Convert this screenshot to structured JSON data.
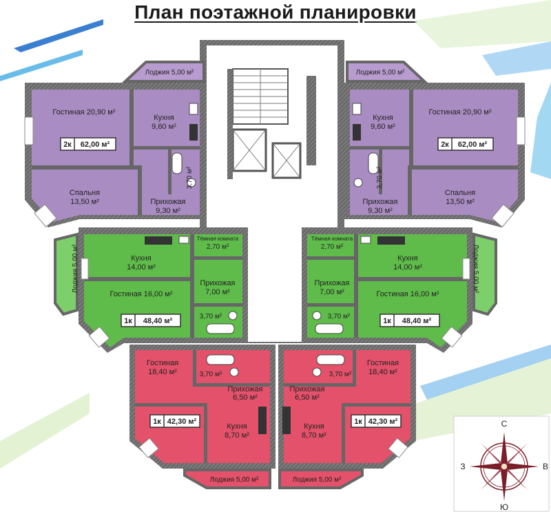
{
  "title": "План поэтажной планировки",
  "colors": {
    "purple": "#a98cc2",
    "green": "#5fbc4b",
    "red": "#e3516a",
    "wall": "#5a5a5a",
    "common": "#ffffff"
  },
  "apartments": [
    {
      "id": "purple-left",
      "badge_type": "2к",
      "badge_area": "62,00 м²",
      "rooms": [
        {
          "name": "Лоджия 5,00 м²"
        },
        {
          "name": "Гостиная 20,90 м²"
        },
        {
          "name": "Кухня",
          "area": "9,60 м²"
        },
        {
          "name": "Спальня",
          "area": "13,50 м²"
        },
        {
          "name": "Прихожая",
          "area": "9,30 м²"
        },
        {
          "name": "3,70 м²"
        }
      ]
    },
    {
      "id": "purple-right",
      "badge_type": "2к",
      "badge_area": "62,00 м²",
      "rooms": [
        {
          "name": "Лоджия 5,00 м²"
        },
        {
          "name": "Гостиная 20,90 м²"
        },
        {
          "name": "Кухня",
          "area": "9,60 м²"
        },
        {
          "name": "Спальня",
          "area": "13,50 м²"
        },
        {
          "name": "Прихожая",
          "area": "9,30 м²"
        },
        {
          "name": "3,70 м²"
        }
      ]
    },
    {
      "id": "green-left",
      "badge_type": "1к",
      "badge_area": "48,40 м²",
      "rooms": [
        {
          "name": "Лоджия 5,00 м²"
        },
        {
          "name": "Кухня",
          "area": "14,00 м²"
        },
        {
          "name": "Тёмная комната",
          "area": "2,70 м²"
        },
        {
          "name": "Прихожая",
          "area": "7,00 м²"
        },
        {
          "name": "Гостиная 16,00 м²"
        },
        {
          "name": "3,70 м²"
        }
      ]
    },
    {
      "id": "green-right",
      "badge_type": "1к",
      "badge_area": "48,40 м²",
      "rooms": [
        {
          "name": "Лоджия 5,00 м²"
        },
        {
          "name": "Кухня",
          "area": "14,00 м²"
        },
        {
          "name": "Тёмная комната",
          "area": "2,70 м²"
        },
        {
          "name": "Прихожая",
          "area": "7,00 м²"
        },
        {
          "name": "Гостиная 16,00 м²"
        },
        {
          "name": "3,70 м²"
        }
      ]
    },
    {
      "id": "red-left",
      "badge_type": "1к",
      "badge_area": "42,30 м²",
      "rooms": [
        {
          "name": "Гостиная",
          "area": "18,40 м²"
        },
        {
          "name": "3,70 м²"
        },
        {
          "name": "Прихожая",
          "area": "6,50 м²"
        },
        {
          "name": "Кухня",
          "area": "8,70 м²"
        },
        {
          "name": "Лоджия 5,00 м²"
        }
      ]
    },
    {
      "id": "red-right",
      "badge_type": "1к",
      "badge_area": "42,30 м²",
      "rooms": [
        {
          "name": "Гостиная",
          "area": "18,40 м²"
        },
        {
          "name": "3,70 м²"
        },
        {
          "name": "Прихожая",
          "area": "6,50 м²"
        },
        {
          "name": "Кухня",
          "area": "8,70 м²"
        },
        {
          "name": "Лоджия 5,00 м²"
        }
      ]
    }
  ],
  "compass": {
    "north": "С",
    "south": "Ю",
    "west": "З",
    "east": "В"
  }
}
